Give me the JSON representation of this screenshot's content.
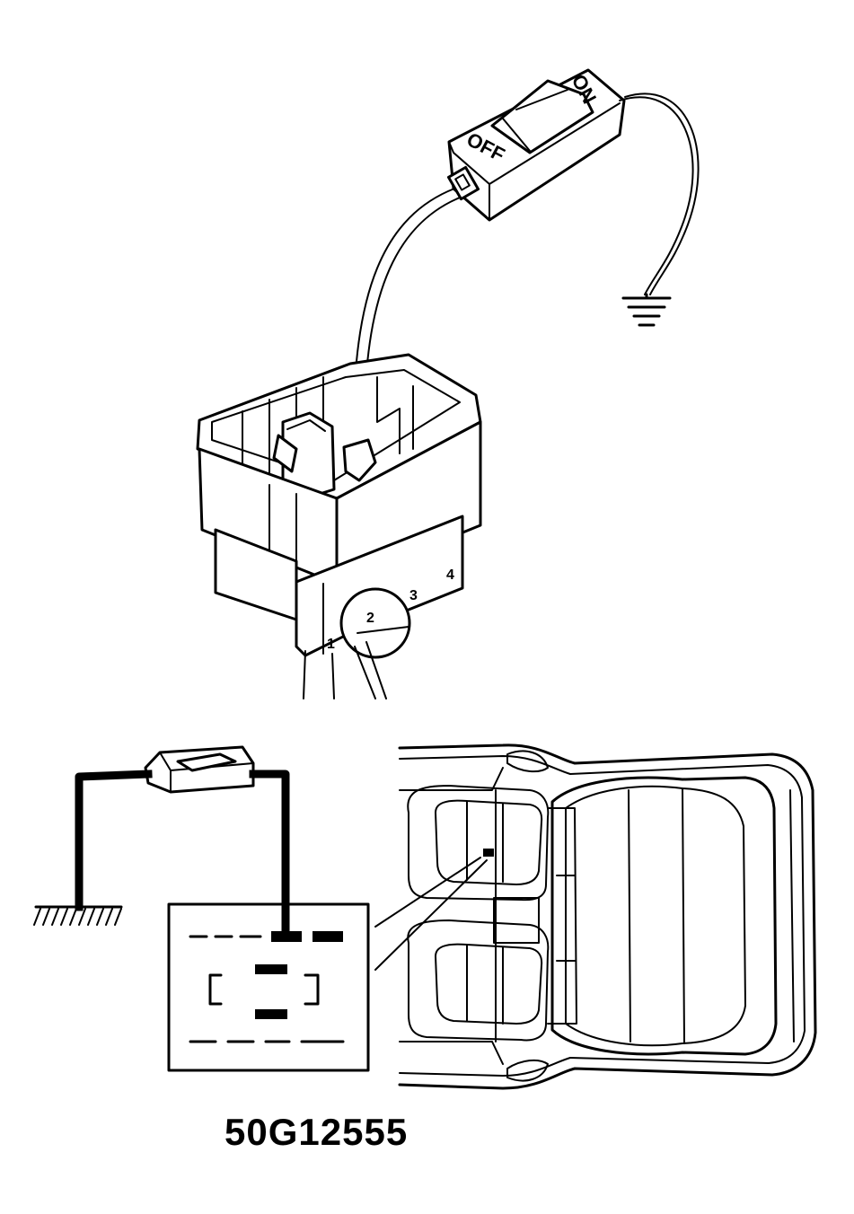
{
  "figure_id": "50G12555",
  "switch": {
    "off_label": "OFF",
    "on_label": "ON"
  },
  "connector_pins": [
    "1",
    "2",
    "3",
    "4"
  ]
}
